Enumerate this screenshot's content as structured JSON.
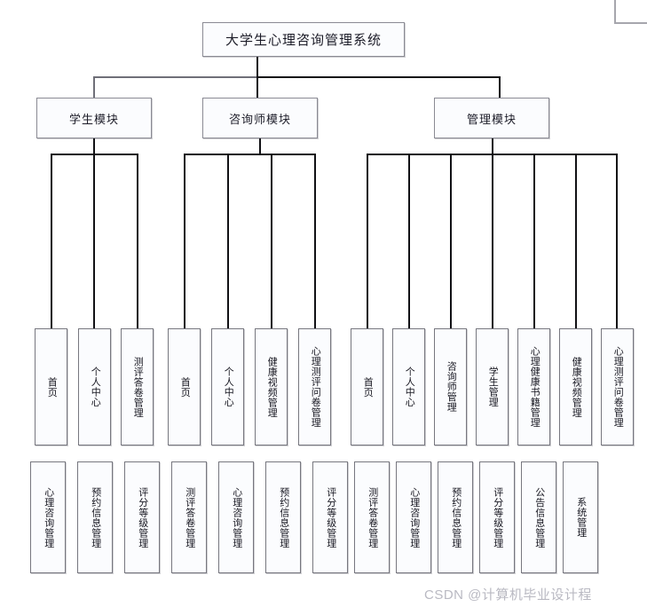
{
  "diagram": {
    "root": {
      "label": "大学生心理咨询管理系统"
    },
    "modules": [
      {
        "id": "student",
        "label": "学生模块"
      },
      {
        "id": "consultant",
        "label": "咨询师模块"
      },
      {
        "id": "admin",
        "label": "管理模块"
      }
    ],
    "leaves_row1": [
      {
        "label": "首页",
        "module": "student"
      },
      {
        "label": "个人中心",
        "module": "student"
      },
      {
        "label": "测评答卷管理",
        "module": "student"
      },
      {
        "label": "首页",
        "module": "consultant"
      },
      {
        "label": "个人中心",
        "module": "consultant"
      },
      {
        "label": "健康视频管理",
        "module": "consultant"
      },
      {
        "label": "心理测评问卷管理",
        "module": "consultant"
      },
      {
        "label": "首页",
        "module": "admin"
      },
      {
        "label": "个人中心",
        "module": "admin"
      },
      {
        "label": "咨询师管理",
        "module": "admin"
      },
      {
        "label": "学生管理",
        "module": "admin"
      },
      {
        "label": "心理健康书籍管理",
        "module": "admin"
      },
      {
        "label": "健康视频管理",
        "module": "admin"
      },
      {
        "label": "心理测评问卷管理",
        "module": "admin"
      }
    ],
    "leaves_row2": [
      {
        "label": "心理咨询管理",
        "module": "student"
      },
      {
        "label": "预约信息管理",
        "module": "student"
      },
      {
        "label": "评分等级管理",
        "module": "student"
      },
      {
        "label": "测评答卷管理",
        "module": "consultant"
      },
      {
        "label": "心理咨询管理",
        "module": "consultant"
      },
      {
        "label": "预约信息管理",
        "module": "consultant"
      },
      {
        "label": "评分等级管理",
        "module": "consultant"
      },
      {
        "label": "测评答卷管理",
        "module": "admin"
      },
      {
        "label": "心理咨询管理",
        "module": "admin"
      },
      {
        "label": "预约信息管理",
        "module": "admin"
      },
      {
        "label": "评分等级管理",
        "module": "admin"
      },
      {
        "label": "公告信息管理",
        "module": "admin"
      },
      {
        "label": "系统管理",
        "module": "admin"
      }
    ]
  },
  "watermark": {
    "text": "CSDN @计算机毕业设计程"
  },
  "colors": {
    "box_fill": "#fbfcfe",
    "box_border": "#8a8a93",
    "line": "#111115",
    "text": "#14141e",
    "watermark": "#b9b9c2"
  }
}
